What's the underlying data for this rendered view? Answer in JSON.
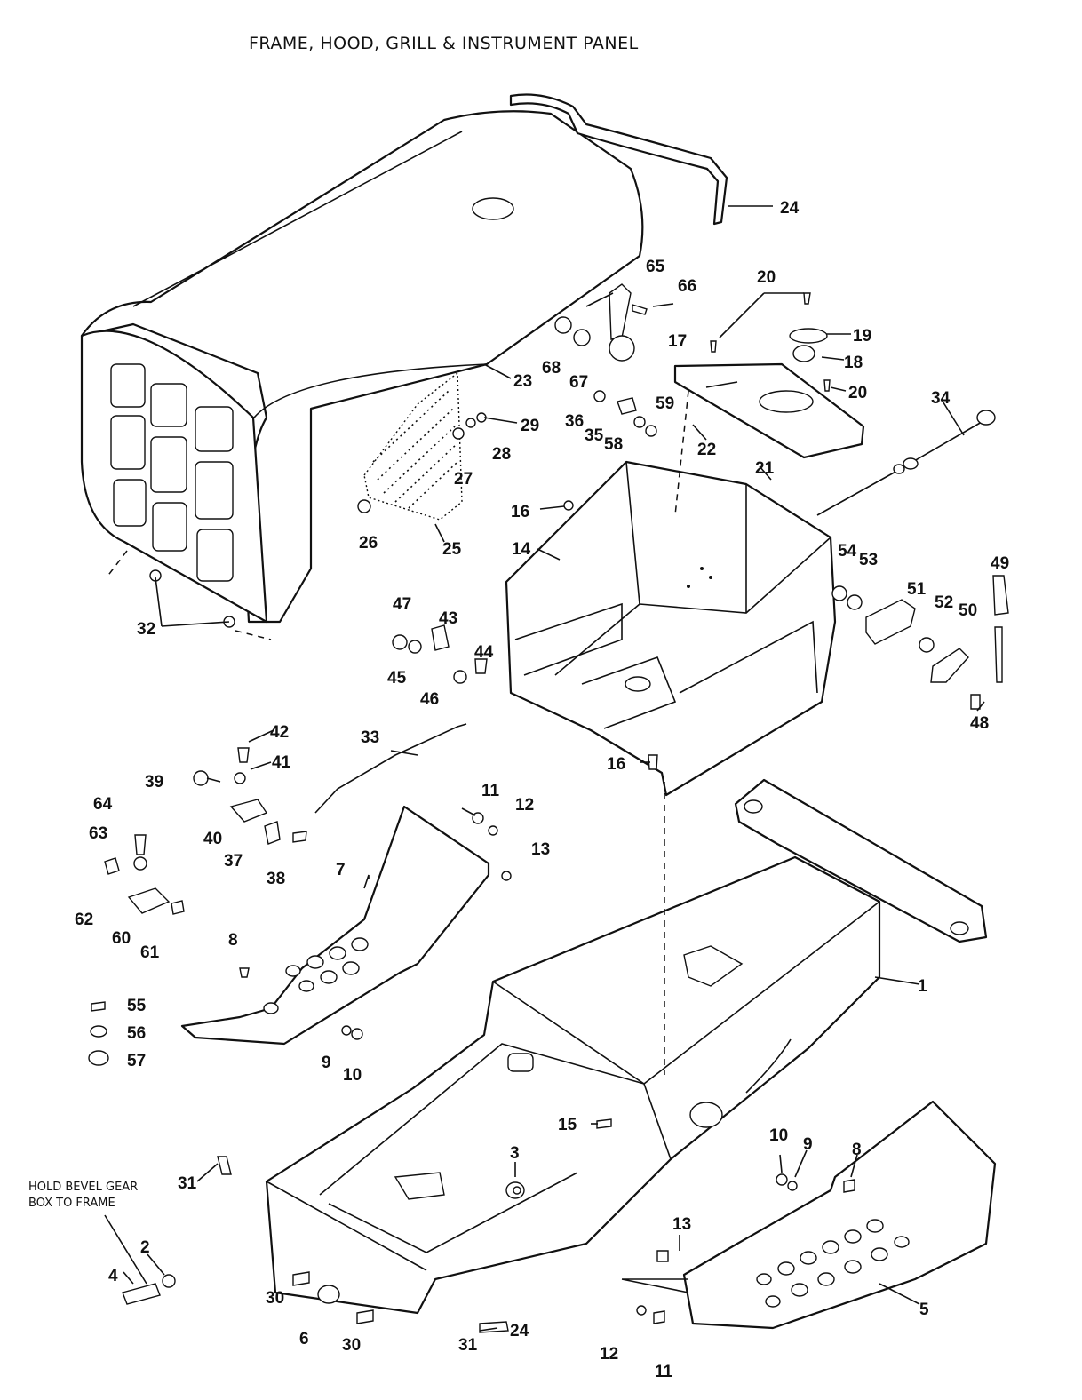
{
  "title": "FRAME, HOOD, GRILL & INSTRUMENT PANEL",
  "note": {
    "line1": "HOLD BEVEL GEAR",
    "line2": "BOX TO FRAME"
  },
  "callouts": {
    "c1": "1",
    "c2": "2",
    "c3": "3",
    "c4": "4",
    "c5": "5",
    "c6": "6",
    "c7": "7",
    "c8a": "8",
    "c8b": "8",
    "c9a": "9",
    "c9b": "9",
    "c10a": "10",
    "c10b": "10",
    "c11a": "11",
    "c11b": "11",
    "c12a": "12",
    "c12b": "12",
    "c13a": "13",
    "c13b": "13",
    "c14": "14",
    "c15": "15",
    "c16a": "16",
    "c16b": "16",
    "c17": "17",
    "c18": "18",
    "c19": "19",
    "c20a": "20",
    "c20b": "20",
    "c21": "21",
    "c22": "22",
    "c23": "23",
    "c24a": "24",
    "c24b": "24",
    "c25": "25",
    "c26": "26",
    "c27": "27",
    "c28": "28",
    "c29": "29",
    "c30a": "30",
    "c30b": "30",
    "c31a": "31",
    "c31b": "31",
    "c32": "32",
    "c33": "33",
    "c34": "34",
    "c35": "35",
    "c36": "36",
    "c37": "37",
    "c38": "38",
    "c39": "39",
    "c40": "40",
    "c41": "41",
    "c42": "42",
    "c43": "43",
    "c44": "44",
    "c45": "45",
    "c46": "46",
    "c47": "47",
    "c48": "48",
    "c49": "49",
    "c50": "50",
    "c51": "51",
    "c52": "52",
    "c53": "53",
    "c54": "54",
    "c55": "55",
    "c56": "56",
    "c57": "57",
    "c58": "58",
    "c59": "59",
    "c60": "60",
    "c61": "61",
    "c62": "62",
    "c63": "63",
    "c64": "64",
    "c65": "65",
    "c66": "66",
    "c67": "67",
    "c68": "68"
  }
}
